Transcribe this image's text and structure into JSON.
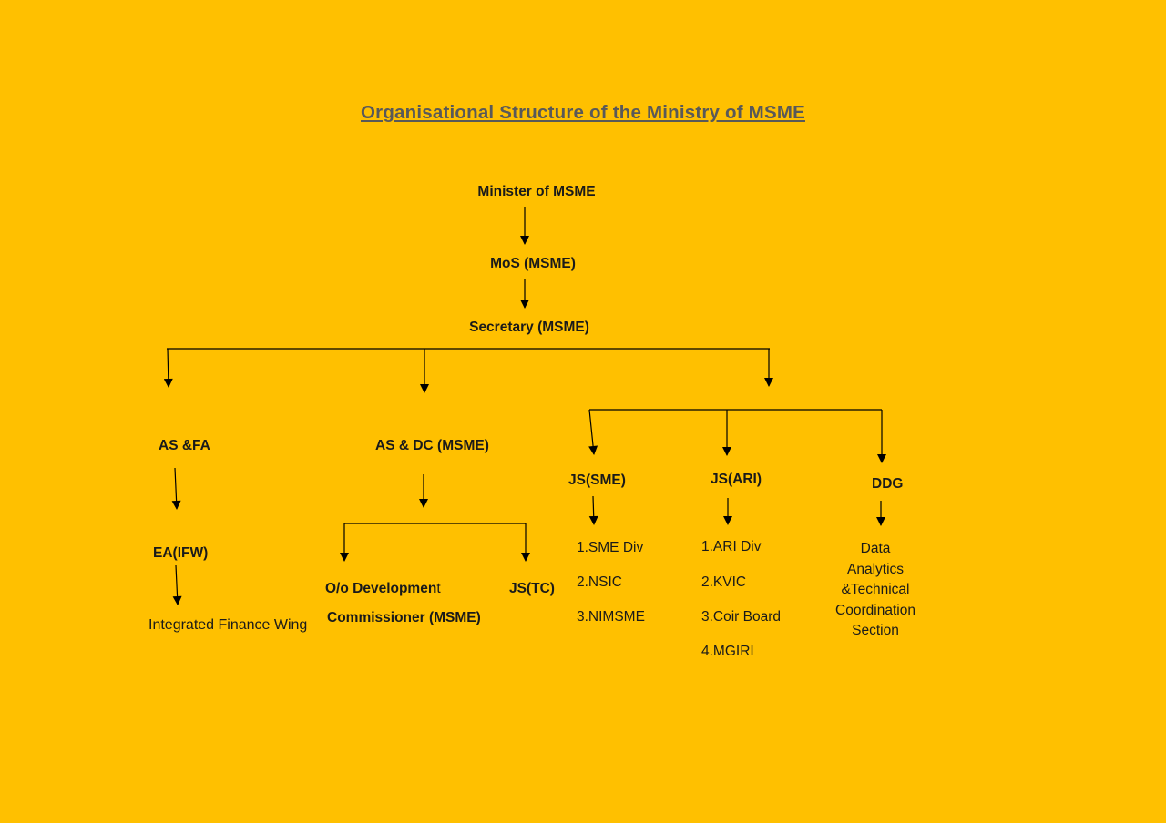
{
  "colors": {
    "background": "#FFC000",
    "title": "#595959",
    "text": "#1a1a1a",
    "line": "#000000"
  },
  "title": {
    "text": "Organisational Structure of the Ministry of MSME"
  },
  "chain": {
    "minister": "Minister of MSME",
    "mos": "MoS (MSME)",
    "secretary": "Secretary (MSME)"
  },
  "finance_branch": {
    "head": "AS &FA",
    "child": "EA(IFW)",
    "grandchild": "Integrated Finance Wing"
  },
  "dc_branch": {
    "head": "AS & DC (MSME)",
    "odc_line1_bold": "O/o Developmen",
    "odc_line1_tail": "t",
    "odc_line2": "Commissioner (MSME)",
    "jstc": "JS(TC)"
  },
  "right_branch": {
    "sme": {
      "head": "JS(SME)",
      "items": [
        "1.SME Div",
        "2.NSIC",
        "3.NIMSME"
      ]
    },
    "ari": {
      "head": "JS(ARI)",
      "items": [
        "1.ARI Div",
        "2.KVIC",
        "3.Coir Board",
        "4.MGIRI"
      ]
    },
    "ddg": {
      "head": "DDG",
      "lines": [
        "Data",
        "Analytics",
        "&Technical",
        "Coordination",
        "Section"
      ]
    }
  }
}
